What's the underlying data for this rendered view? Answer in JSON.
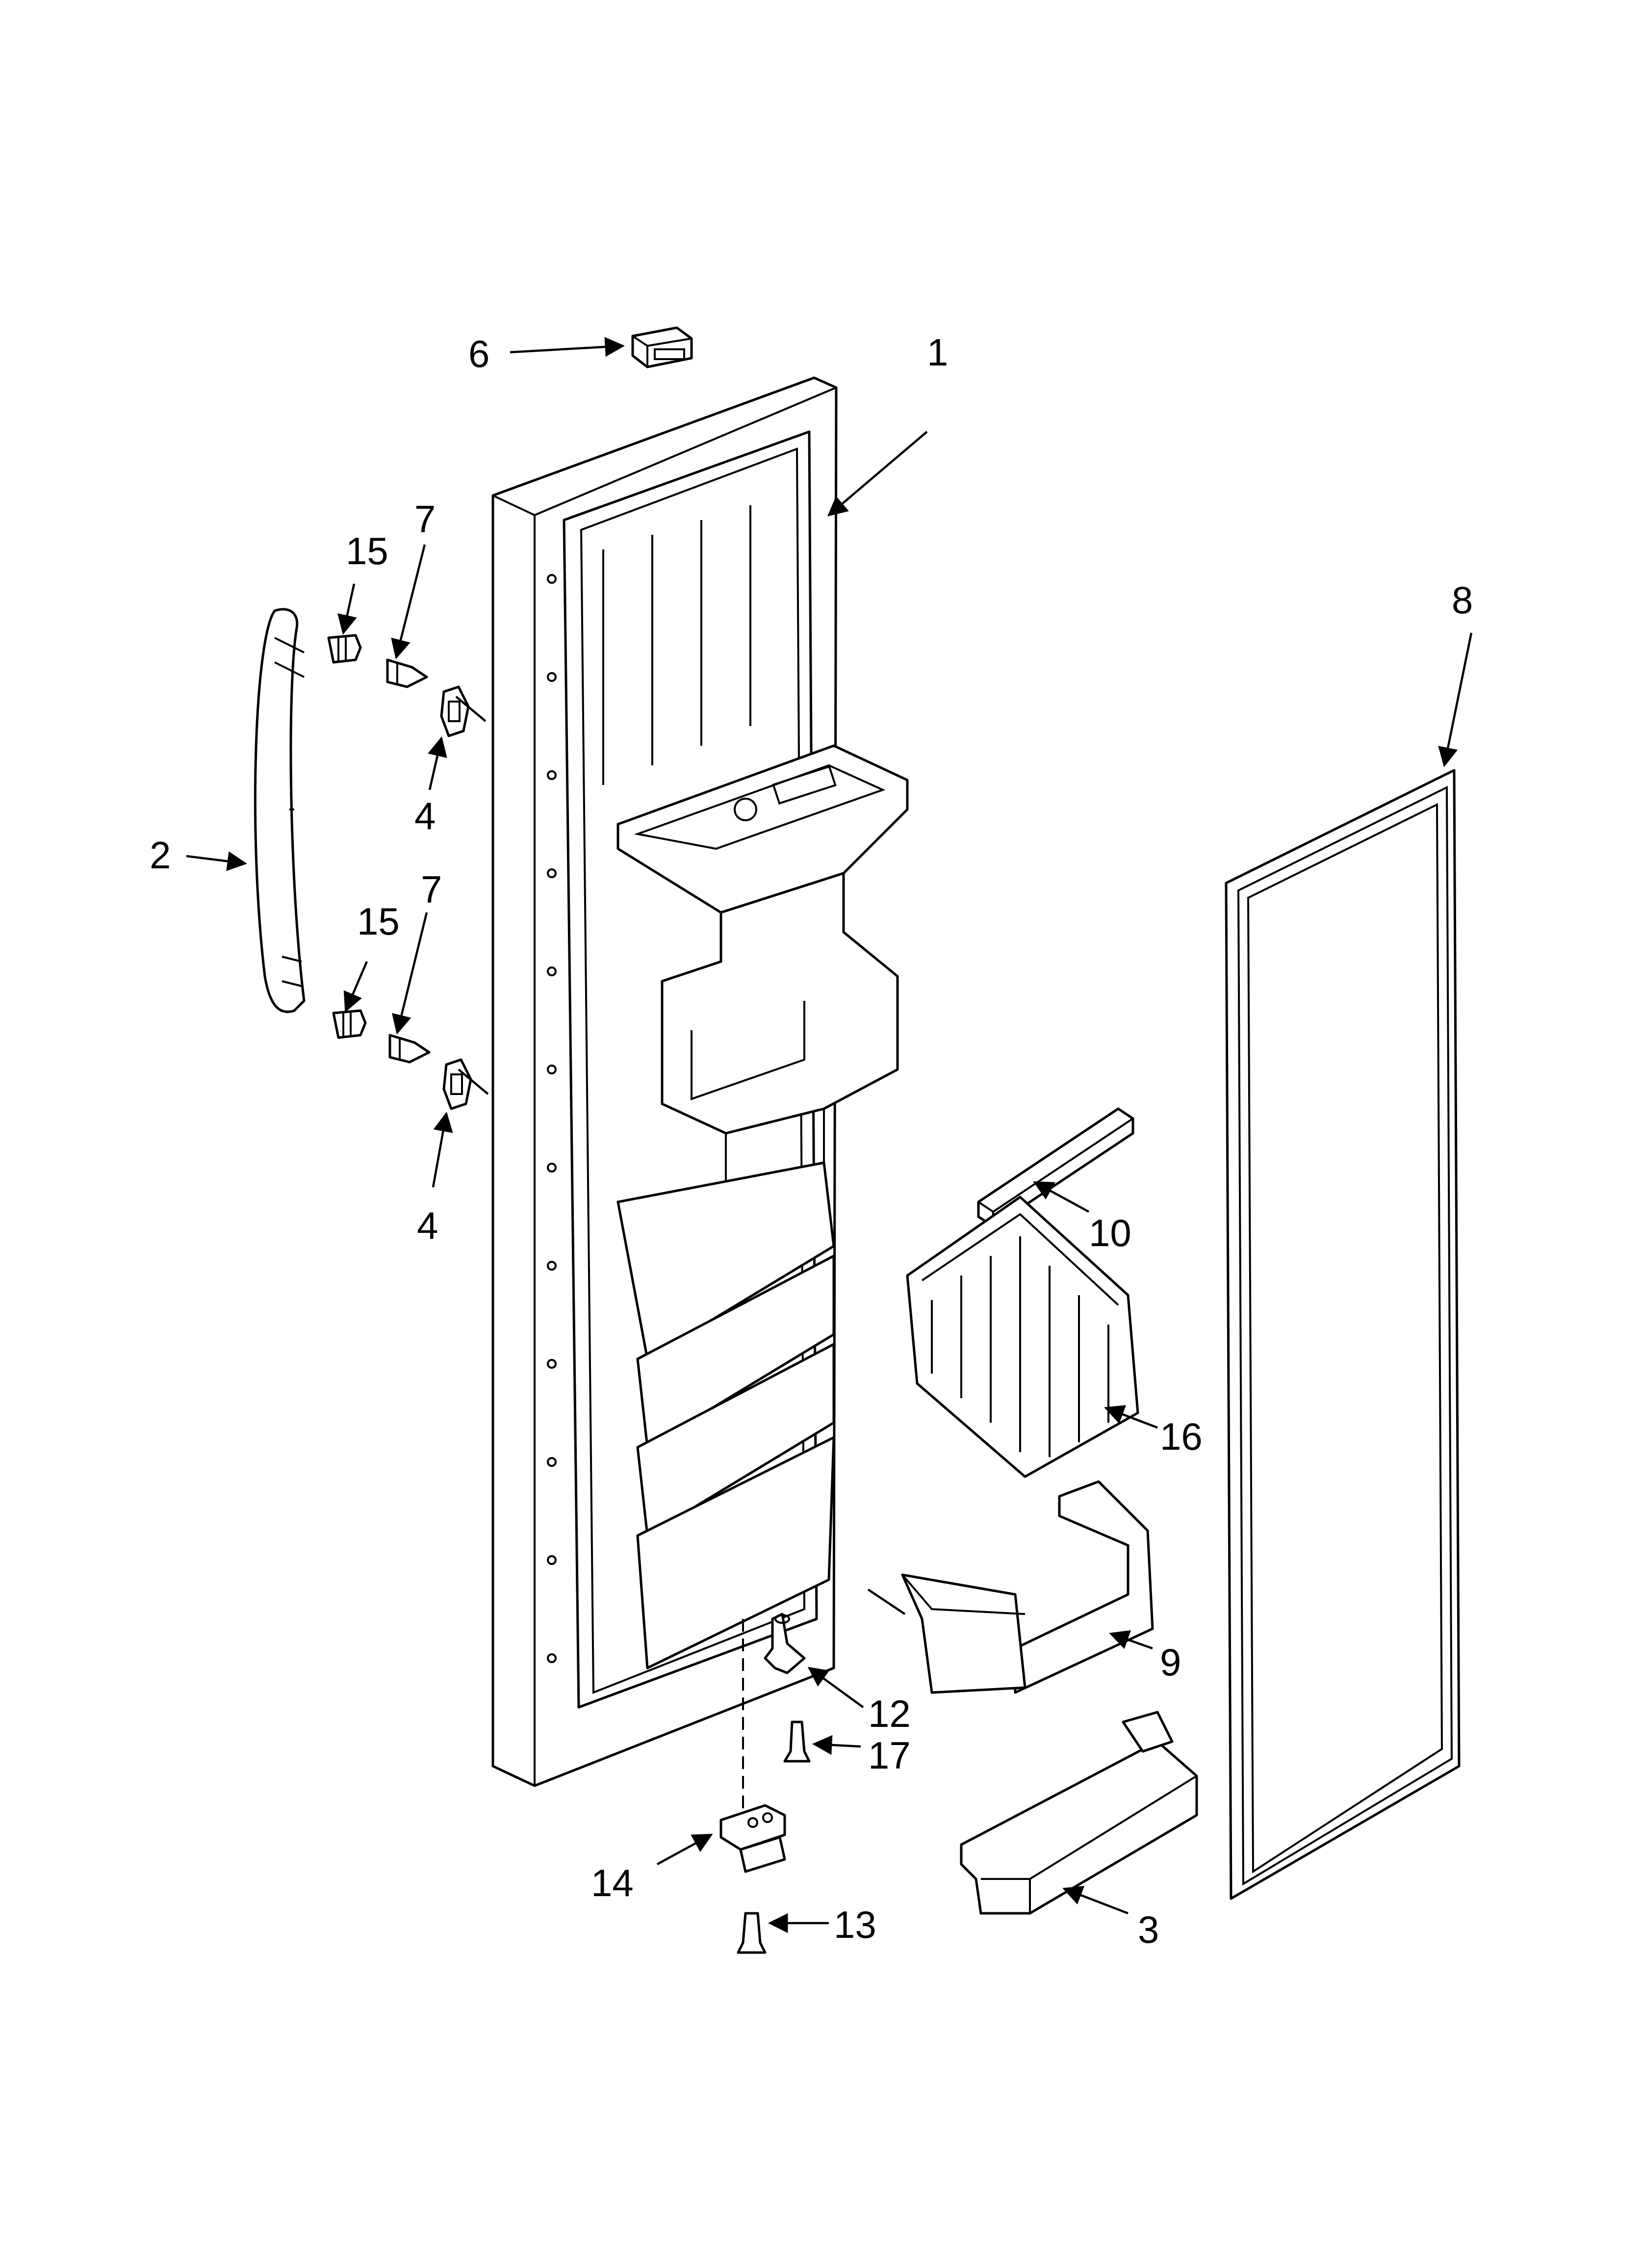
{
  "diagram": {
    "callouts": {
      "c1": "1",
      "c2": "2",
      "c3": "3",
      "c4a": "4",
      "c4b": "4",
      "c6": "6",
      "c7a": "7",
      "c7b": "7",
      "c8": "8",
      "c9": "9",
      "c10": "10",
      "c12": "12",
      "c13": "13",
      "c14": "14",
      "c15a": "15",
      "c15b": "15",
      "c16": "16",
      "c17": "17"
    }
  }
}
